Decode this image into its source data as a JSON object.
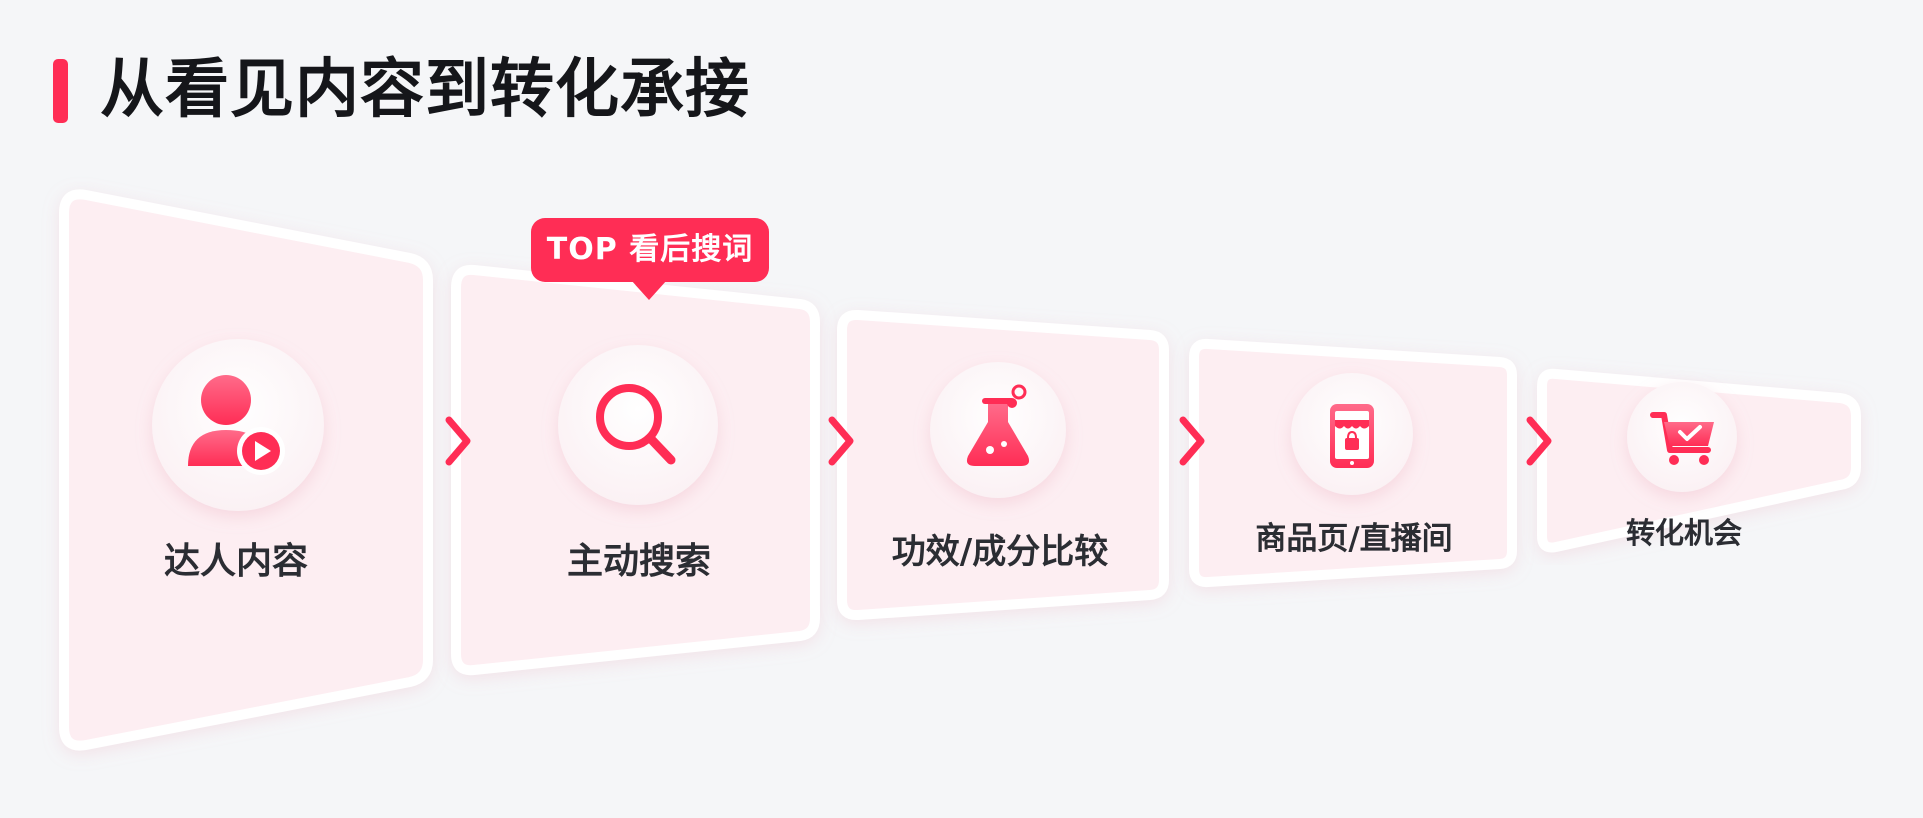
{
  "title": "从看见内容到转化承接",
  "badge": "TOP 看后搜词",
  "steps": [
    {
      "label": "达人内容",
      "icon": "user-play-icon"
    },
    {
      "label": "主动搜索",
      "icon": "search-icon"
    },
    {
      "label": "功效/成分比较",
      "icon": "flask-icon"
    },
    {
      "label": "商品页/直播间",
      "icon": "phone-shop-icon"
    },
    {
      "label": "转化机会",
      "icon": "cart-check-icon"
    }
  ],
  "colors": {
    "accent": "#ff2d55",
    "background": "#f5f6f8",
    "card_fill": "#fdeef2",
    "text": "#2b2d33"
  }
}
